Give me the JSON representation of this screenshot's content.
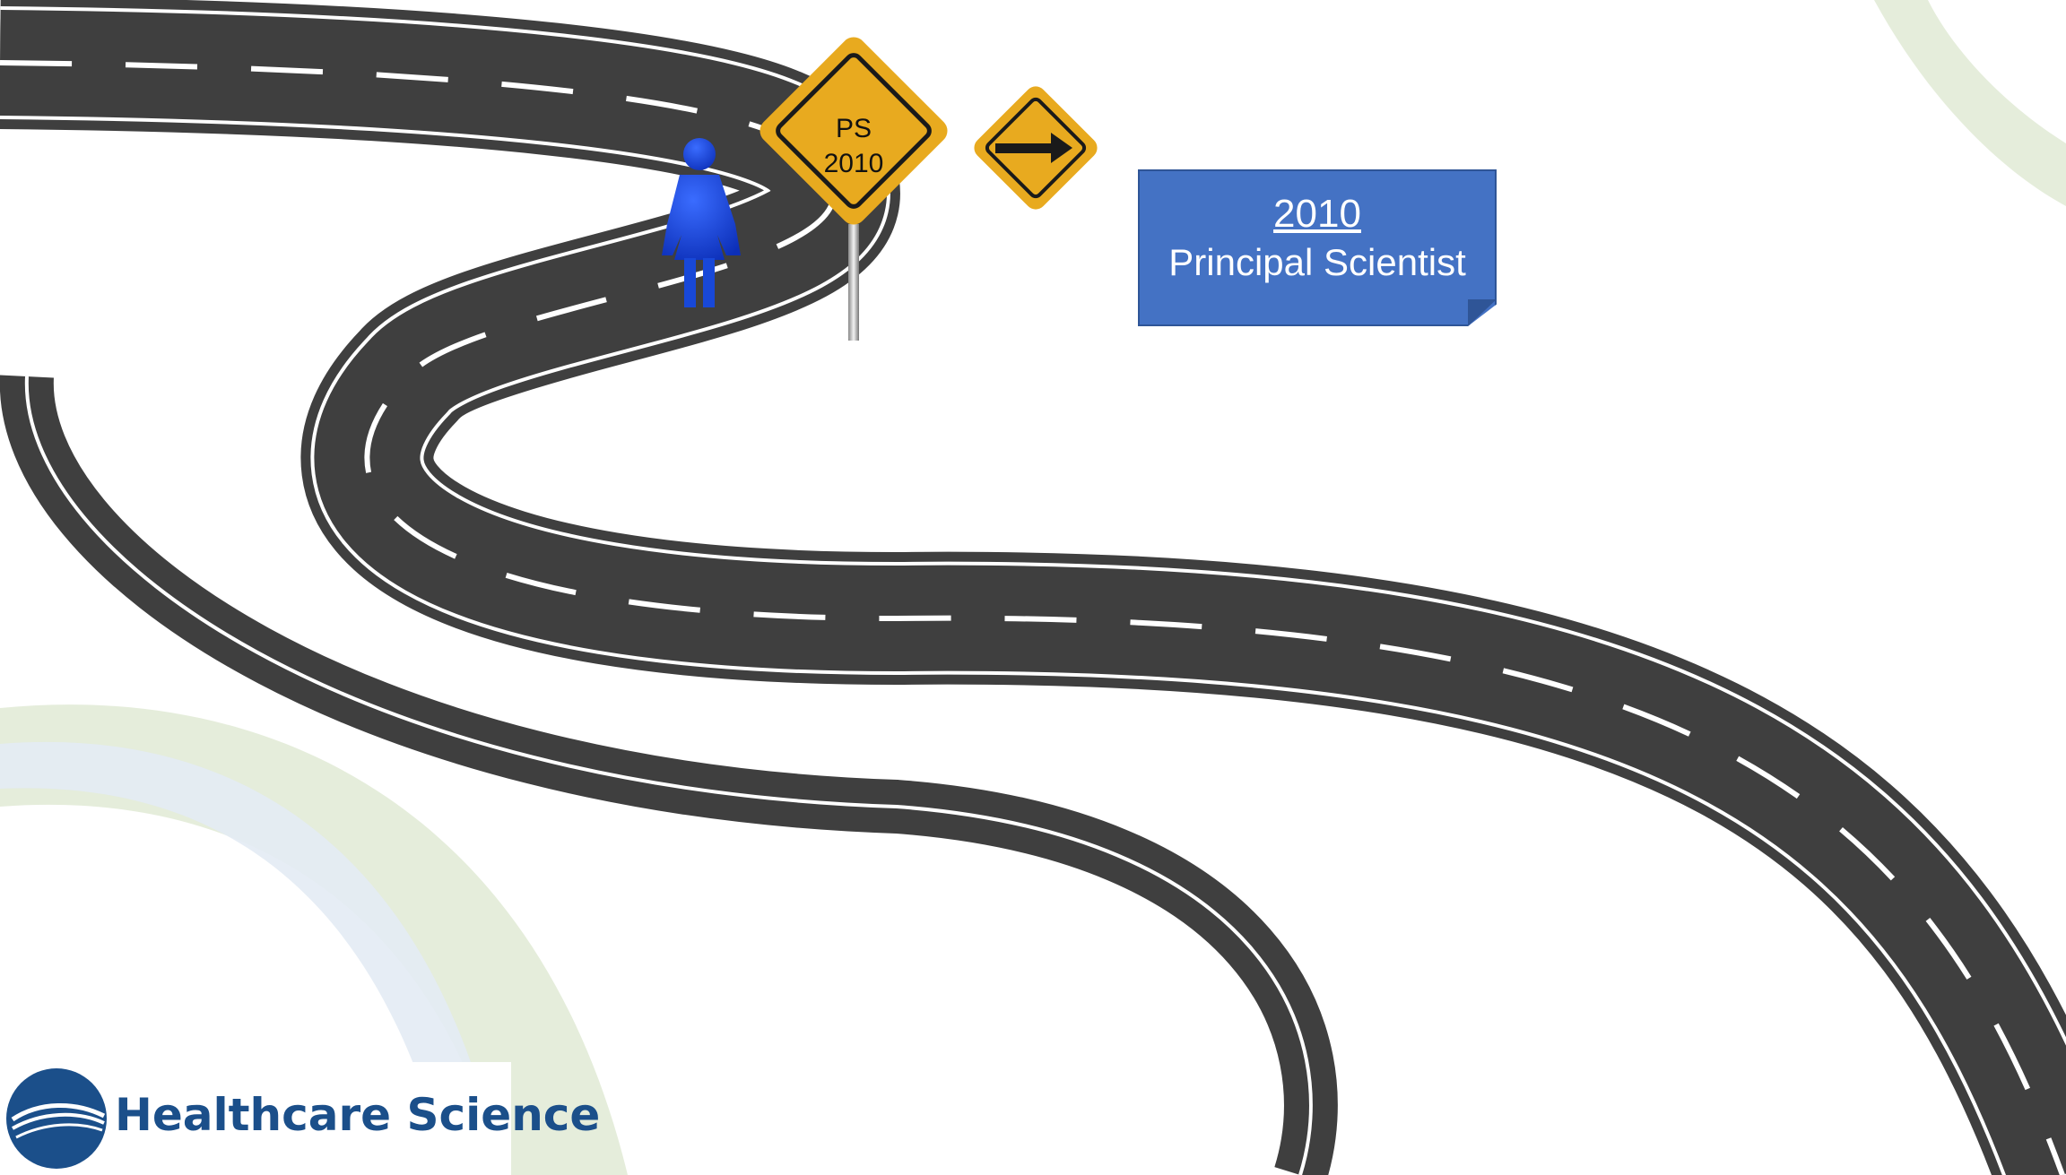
{
  "sign_main": {
    "line1": "PS",
    "line2": "2010",
    "icon": "diamond-road-sign"
  },
  "sign_arrow": {
    "icon": "right-arrow-icon"
  },
  "milestone": {
    "year": "2010",
    "role": "Principal Scientist"
  },
  "logo": {
    "text": "Healthcare Science",
    "icon": "healthcare-science-logo-icon"
  },
  "colors": {
    "road": "#3f3f3f",
    "sign": "#e8aa1f",
    "note": "#4472c4",
    "figure": "#1848d8",
    "logo_text": "#1b4f8a"
  }
}
